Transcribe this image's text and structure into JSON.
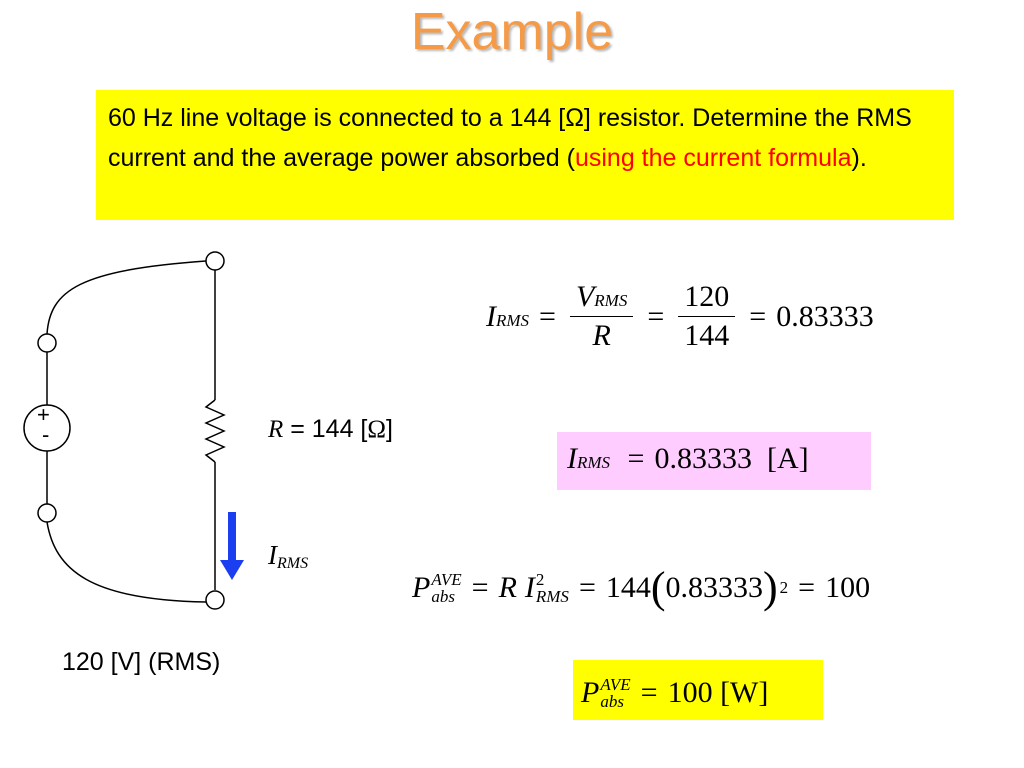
{
  "title": "Example",
  "problem": {
    "text_before": "60 Hz line voltage is connected to a 144 [Ω] resistor. Determine the RMS current and the average power absorbed (",
    "highlight": "using the current formula",
    "text_after": ")."
  },
  "circuit": {
    "resistor_symbol": "R",
    "resistor_value": " = 144 [",
    "resistor_unit": "Ω",
    "resistor_close": "]",
    "current_symbol": "I",
    "current_sub": "RMS",
    "source_label": "120 [V] (RMS)",
    "plus": "+",
    "minus": "-"
  },
  "equations": {
    "eq1": {
      "lhs": "I",
      "lhs_sub": "RMS",
      "frac1_num": "V",
      "frac1_num_sub": "RMS",
      "frac1_den": "R",
      "frac2_num": "120",
      "frac2_den": "144",
      "result": "0.83333"
    },
    "eq2": {
      "lhs": "I",
      "lhs_sub": "RMS",
      "rhs": "0.83333  [A]"
    },
    "eq3": {
      "lhs": "P",
      "lhs_sup": "AVE",
      "lhs_sub": "abs",
      "r": "R",
      "i": "I",
      "i_sup": "2",
      "i_sub": "RMS",
      "coef": "144",
      "inner": "0.83333",
      "exp": "2",
      "result": "100"
    },
    "eq4": {
      "lhs": "P",
      "lhs_sup": "AVE",
      "lhs_sub": "abs",
      "rhs": "100 [W]"
    }
  },
  "colors": {
    "title": "#f59a47",
    "problem_bg": "#ffff00",
    "highlight": "#ff0000",
    "result_pink_bg": "#ffccff",
    "result_yellow_bg": "#ffff00",
    "arrow": "#1b3ef0"
  }
}
